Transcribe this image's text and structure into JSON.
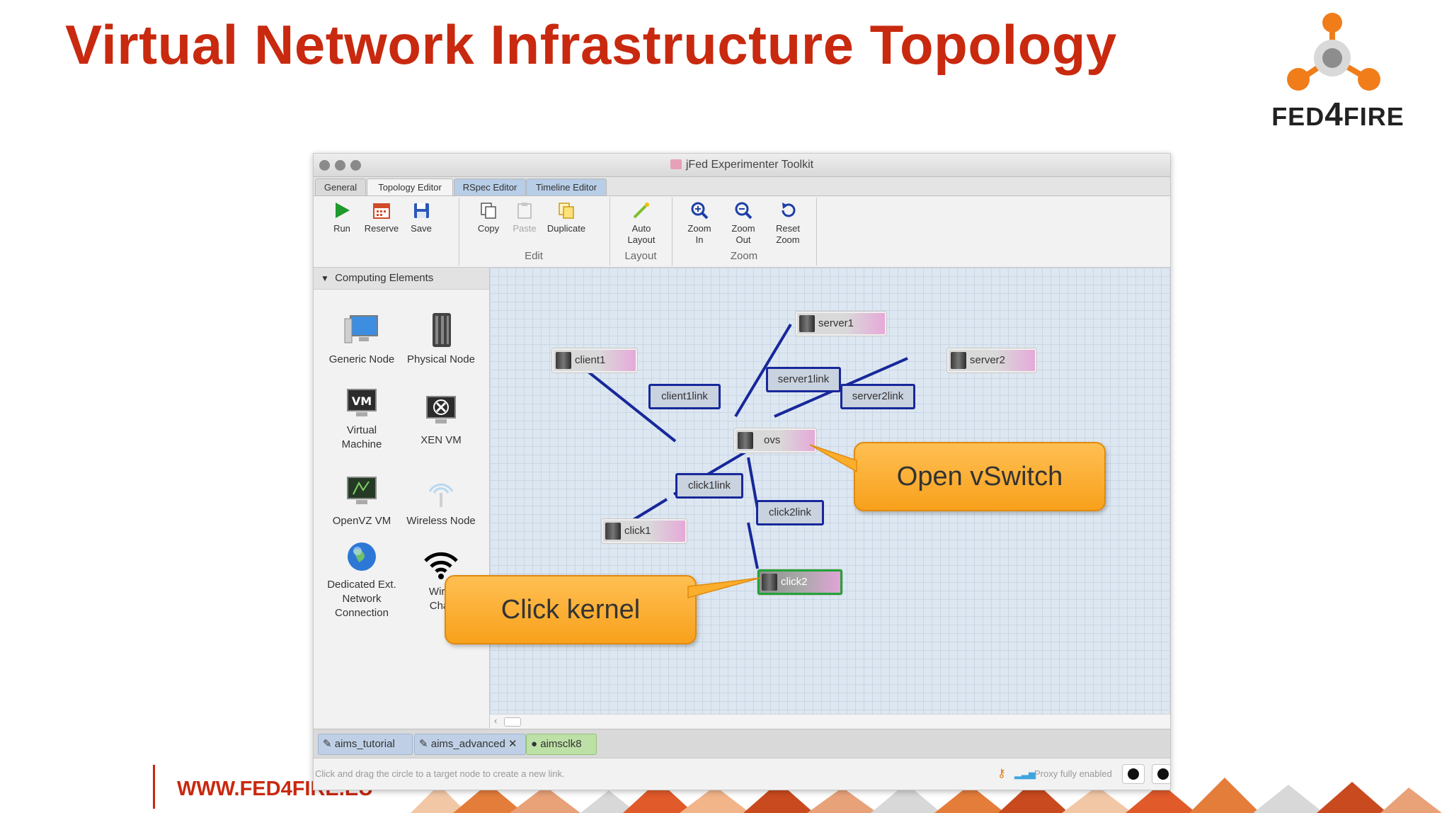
{
  "slide": {
    "title": "Virtual Network Infrastructure Topology",
    "logo_text_a": "FED",
    "logo_text_b": "4",
    "logo_text_c": "FIRE",
    "footer_url": "WWW.FED4FIRE.EU"
  },
  "window": {
    "title": "jFed Experimenter Toolkit"
  },
  "tabs": [
    {
      "label": "General"
    },
    {
      "label": "Topology Editor"
    },
    {
      "label": "RSpec Editor"
    },
    {
      "label": "Timeline Editor"
    }
  ],
  "toolbar": {
    "run": "Run",
    "reserve": "Reserve",
    "save": "Save",
    "copy": "Copy",
    "paste": "Paste",
    "duplicate": "Duplicate",
    "edit_group": "Edit",
    "auto_layout_1": "Auto",
    "auto_layout_2": "Layout",
    "layout_group": "Layout",
    "zoom_in_1": "Zoom",
    "zoom_in_2": "In",
    "zoom_out_1": "Zoom",
    "zoom_out_2": "Out",
    "reset_zoom_1": "Reset",
    "reset_zoom_2": "Zoom",
    "zoom_group": "Zoom"
  },
  "palette": {
    "header": "Computing Elements",
    "items": [
      {
        "label1": "Generic Node",
        "label2": ""
      },
      {
        "label1": "Physical Node",
        "label2": ""
      },
      {
        "label1": "Virtual",
        "label2": "Machine"
      },
      {
        "label1": "XEN VM",
        "label2": ""
      },
      {
        "label1": "OpenVZ VM",
        "label2": ""
      },
      {
        "label1": "Wireless Node",
        "label2": ""
      },
      {
        "label1": "Dedicated Ext.",
        "label2": "Network",
        "label3": "Connection"
      },
      {
        "label1": "Wirel",
        "label2": "Char"
      }
    ]
  },
  "topology": {
    "nodes": {
      "server1": "server1",
      "client1": "client1",
      "server2": "server2",
      "ovs": "ovs",
      "click1": "click1",
      "click2": "click2"
    },
    "links": {
      "server1link": "server1link",
      "client1link": "client1link",
      "server2link": "server2link",
      "click1link": "click1link",
      "click2link": "click2link"
    }
  },
  "callouts": {
    "ovs": "Open vSwitch",
    "click": "Click kernel"
  },
  "file_tabs": [
    {
      "label": "aims_tutorial"
    },
    {
      "label": "aims_advanced"
    },
    {
      "label": "aimsclk8"
    }
  ],
  "status": {
    "hint": "Click and drag the circle to a target node to create a new link.",
    "proxy": "Proxy fully enabled"
  },
  "colors": {
    "brand_red": "#c8290f",
    "link_blue": "#17289a",
    "selected_green": "#22a33a",
    "callout_orange": "#f8a11c"
  }
}
